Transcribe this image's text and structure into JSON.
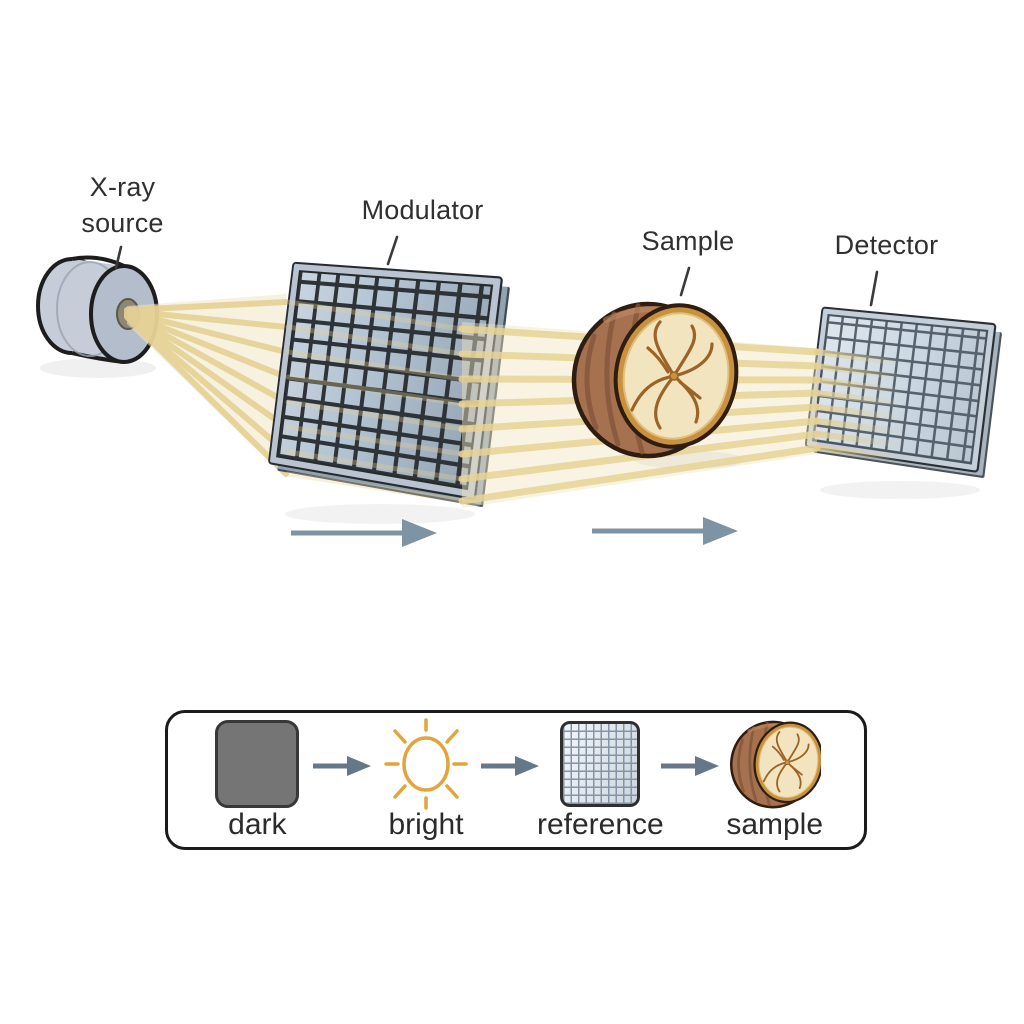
{
  "diagram": {
    "labels": {
      "source": "X-ray source",
      "modulator": "Modulator",
      "sample": "Sample",
      "detector": "Detector"
    },
    "icons": [
      "xray-source-icon",
      "xray-beam-rays",
      "modulator-grid-icon",
      "walnut-sample-icon",
      "detector-grid-icon",
      "flow-arrow-icon"
    ],
    "colors": {
      "beam": "#e9d79b",
      "beam_light": "#f0e6c6",
      "panel_cell": "#b2c2d1",
      "panel_line": "#2e3338",
      "detector_cell": "#cdd9e3",
      "arrow": "#7e93a4",
      "text": "#303030",
      "walnut_shell": "#a5714e",
      "walnut_face": "#f2e4bf",
      "walnut_rim": "#c8913e"
    }
  },
  "legend": {
    "items": [
      {
        "label": "dark",
        "icon": "dark-square-icon",
        "color": "#757575"
      },
      {
        "label": "bright",
        "icon": "sun-icon",
        "color": "#e2a43c"
      },
      {
        "label": "reference",
        "icon": "reference-grid-icon",
        "color": "#cdd9e3"
      },
      {
        "label": "sample",
        "icon": "walnut-icon",
        "color": "#a5714e"
      }
    ]
  }
}
